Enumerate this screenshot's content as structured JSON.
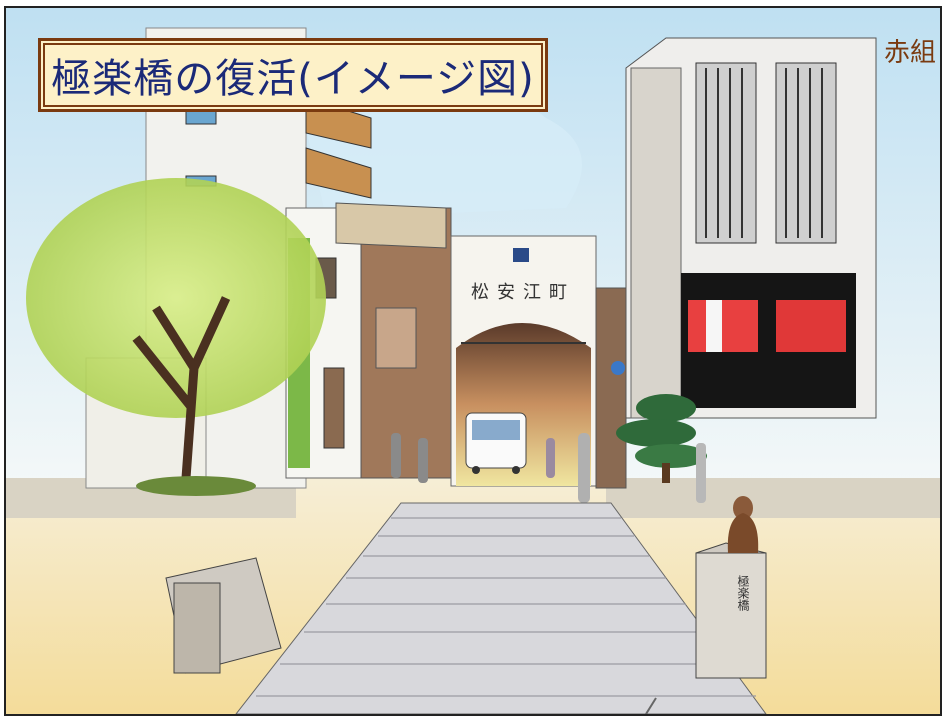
{
  "title": "極楽橋の復活(イメージ図)",
  "corner_label": "赤組",
  "gate_sign": "松安江町",
  "pillar_inscription": "極楽橋",
  "colors": {
    "title_text": "#1b2a78",
    "title_border": "#7a3a10",
    "title_background": "#fdf1c8",
    "corner_label": "#7a3a10"
  }
}
